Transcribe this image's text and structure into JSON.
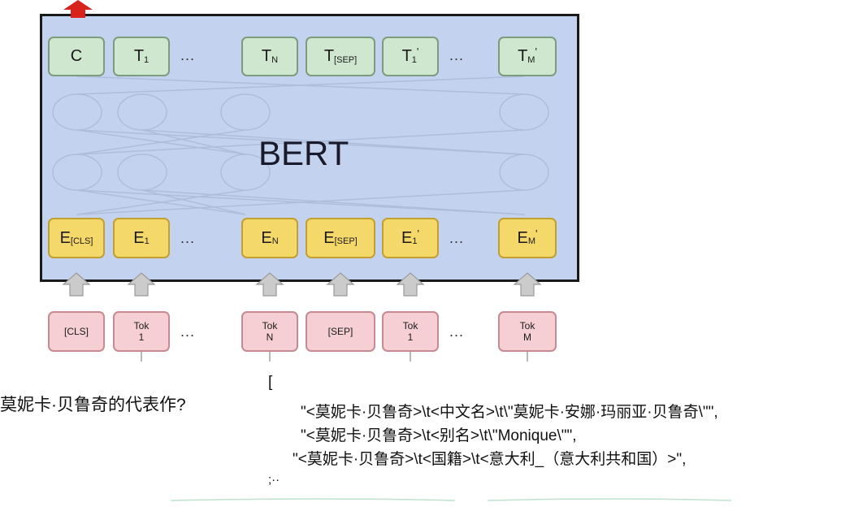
{
  "diagram": {
    "model_label": "BERT",
    "outputs": [
      {
        "base": "C",
        "sub": "",
        "sup": ""
      },
      {
        "base": "T",
        "sub": "1",
        "sup": ""
      },
      {
        "base": "T",
        "sub": "N",
        "sup": ""
      },
      {
        "base": "T",
        "sub": "[SEP]",
        "sup": ""
      },
      {
        "base": "T",
        "sub": "1",
        "sup": "'"
      },
      {
        "base": "T",
        "sub": "M",
        "sup": "'"
      }
    ],
    "embeddings": [
      {
        "base": "E",
        "sub": "[CLS]",
        "sup": ""
      },
      {
        "base": "E",
        "sub": "1",
        "sup": ""
      },
      {
        "base": "E",
        "sub": "N",
        "sup": ""
      },
      {
        "base": "E",
        "sub": "[SEP]",
        "sup": ""
      },
      {
        "base": "E",
        "sub": "1",
        "sup": "'"
      },
      {
        "base": "E",
        "sub": "M",
        "sup": "'"
      }
    ],
    "tokens": [
      {
        "line1": "[CLS]",
        "line2": ""
      },
      {
        "line1": "Tok",
        "line2": "1"
      },
      {
        "line1": "Tok",
        "line2": "N"
      },
      {
        "line1": "[SEP]",
        "line2": ""
      },
      {
        "line1": "Tok",
        "line2": "1"
      },
      {
        "line1": "Tok",
        "line2": "M"
      }
    ],
    "ellipsis": "...",
    "colors": {
      "box_bg": "#c3d3ef",
      "output_node": "#cfe6cf",
      "embedding_node": "#f5d86a",
      "token_node": "#f5cfd3",
      "output_arrow": "#d8221c",
      "input_arrow": "#c9c9c9"
    }
  },
  "question": "莫妮卡·贝鲁奇的代表作?",
  "triples": {
    "open_bracket": "[",
    "lines": [
      "\"<莫妮卡·贝鲁奇>\\t<中文名>\\t\\\"莫妮卡·安娜·玛丽亚·贝鲁奇\\\"\",",
      "\"<莫妮卡·贝鲁奇>\\t<别名>\\t\\\"Monique\\\"\",",
      "\"<莫妮卡·贝鲁奇>\\t<国籍>\\t<意大利_（意大利共和国）>\","
    ],
    "trailing": ";··"
  }
}
